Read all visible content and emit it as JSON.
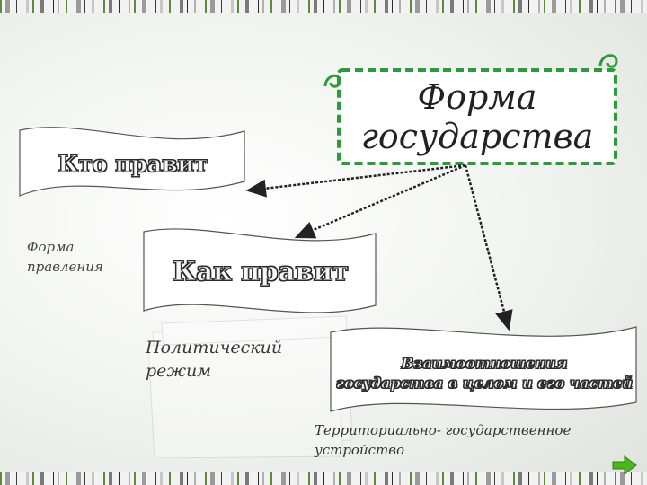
{
  "colors": {
    "stripe_green": "#5f8a3a",
    "box_border": "#2e9a3c",
    "arrow": "#222222",
    "next_arrow": "#4cb61f"
  },
  "main_box": {
    "line1": "Форма",
    "line2": "государства"
  },
  "banners": {
    "who_rules": "Кто правит",
    "how_rules": "Как правит",
    "relations_line1": "Взаимоотношения",
    "relations_line2": "государства в целом и его частей"
  },
  "labels": {
    "form_of_government_line1": "Форма",
    "form_of_government_line2": "правления",
    "political_regime_line1": "Политический",
    "political_regime_line2": "режим",
    "territorial_line1": "Территориально- государственное",
    "territorial_line2": "устройство"
  },
  "icons": {
    "next": "next-arrow-icon",
    "corner_curl": "curl-icon"
  }
}
